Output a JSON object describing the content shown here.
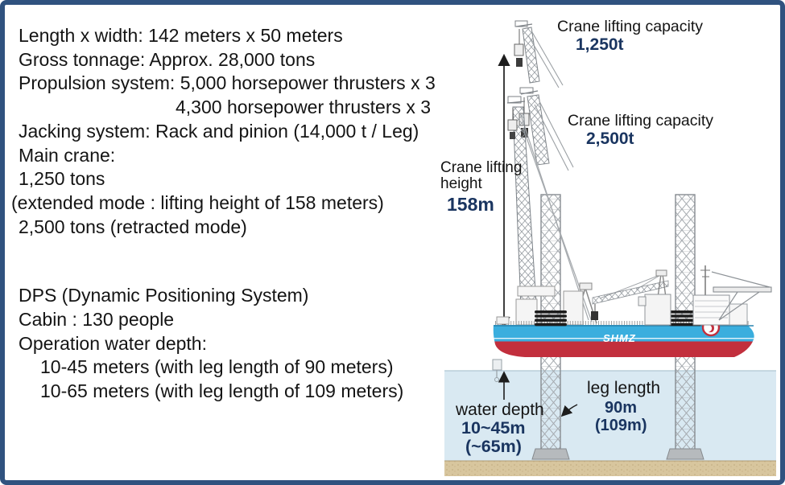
{
  "frame": {
    "border_color": "#30527f"
  },
  "specs": {
    "lines": [
      "Length x width: 142 meters x 50 meters",
      "Gross tonnage: Approx. 28,000 tons",
      "Propulsion system: 5,000 horsepower thrusters x 3",
      "4,300 horsepower thrusters x 3",
      "Jacking system: Rack and pinion (14,000 t / Leg)",
      "Main crane:",
      "1,250 tons",
      "(extended mode :  lifting height of 158 meters)",
      "2,500 tons (retracted mode)",
      "DPS (Dynamic Positioning System)",
      "Cabin : 130 people",
      "Operation water depth:",
      "10-45 meters (with leg length of 90 meters)",
      "10-65 meters (with leg length of 109 meters)"
    ]
  },
  "diagram": {
    "crane_capacity_extended": {
      "title": "Crane lifting capacity",
      "value": "1,250t"
    },
    "crane_capacity_retracted": {
      "title": "Crane lifting capacity",
      "value": "2,500t"
    },
    "crane_lifting_height": {
      "title": "Crane lifting height",
      "value": "158m"
    },
    "water_depth": {
      "title": "water depth",
      "value": "10~45m",
      "value_alt": "(~65m)"
    },
    "leg_length": {
      "title": "leg length",
      "value": "90m",
      "value_alt": "(109m)"
    },
    "hull_marking": "SHMZ",
    "colors": {
      "hull_blue": "#3aaede",
      "hull_red": "#c22f3d",
      "water": "#d9e9f2",
      "seabed": "#d8c69e",
      "accent_navy": "#1a3560"
    }
  }
}
